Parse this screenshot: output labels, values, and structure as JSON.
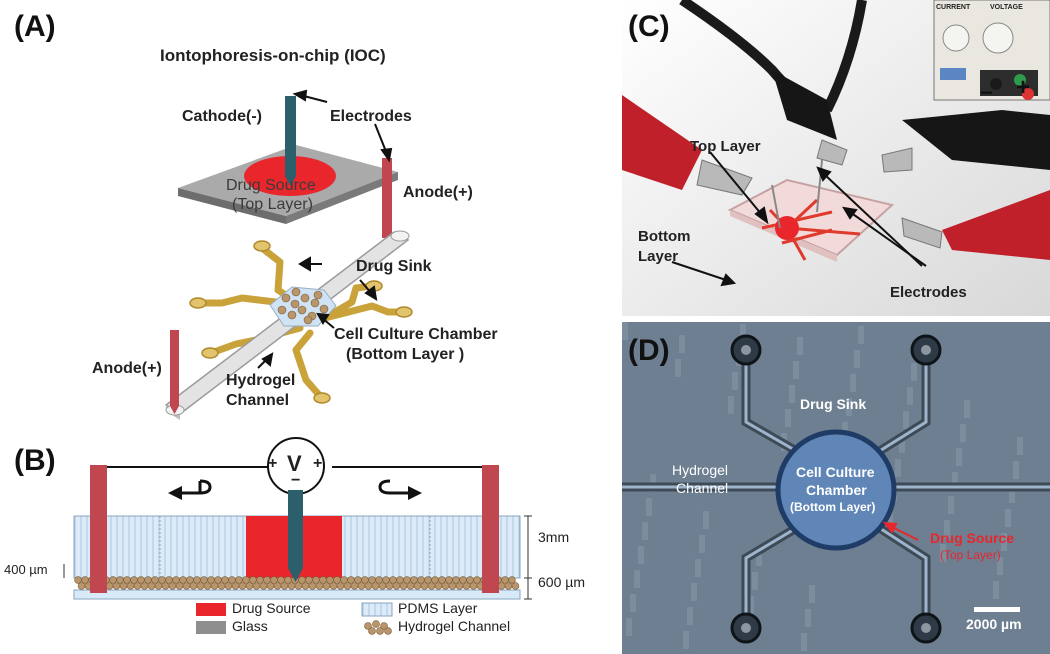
{
  "panels": {
    "a": {
      "letter": "(A)",
      "title": "Iontophoresis-on-chip (IOC)",
      "cathode": "Cathode(-)",
      "electrodes": "Electrodes",
      "drug_source_1": "Drug Source",
      "drug_source_2": "(Top Layer)",
      "anode_right": "Anode(+)",
      "drug_sink": "Drug Sink",
      "chamber_1": "Cell Culture Chamber",
      "chamber_2": "(Bottom Layer )",
      "anode_left": "Anode(+)",
      "hydrogel_1": "Hydrogel",
      "hydrogel_2": "Channel"
    },
    "b": {
      "letter": "(B)",
      "volt": "V",
      "plus": "+",
      "minus": "−",
      "dim_3mm": "3mm",
      "dim_400": "400 µm",
      "dim_600": "600 µm",
      "legend": [
        "Drug Source",
        "Glass",
        "PDMS Layer",
        "Hydrogel Channel"
      ]
    },
    "c": {
      "letter": "(C)",
      "top_layer": "Top Layer",
      "bottom_1": "Bottom",
      "bottom_2": "Layer",
      "electrodes": "Electrodes",
      "ps_current": "CURRENT",
      "ps_voltage": "VOLTAGE",
      "minus": "−",
      "plus": "+"
    },
    "d": {
      "letter": "(D)",
      "drug_sink": "Drug Sink",
      "hydrogel_1": "Hydrogel",
      "hydrogel_2": "Channel",
      "chamber_1": "Cell Culture",
      "chamber_2": "Chamber",
      "chamber_3": "(Bottom Layer)",
      "drug_source_1": "Drug Source",
      "drug_source_2": "(Top Layer)",
      "scale": "2000 µm"
    }
  },
  "colors": {
    "drug_red": "#e8262c",
    "electrode": "#c0464f",
    "cathode": "#2b5f6b",
    "pdms": "#cfe3f4",
    "gold": "#d7b04e",
    "micro_bg": "#6d7f91"
  }
}
